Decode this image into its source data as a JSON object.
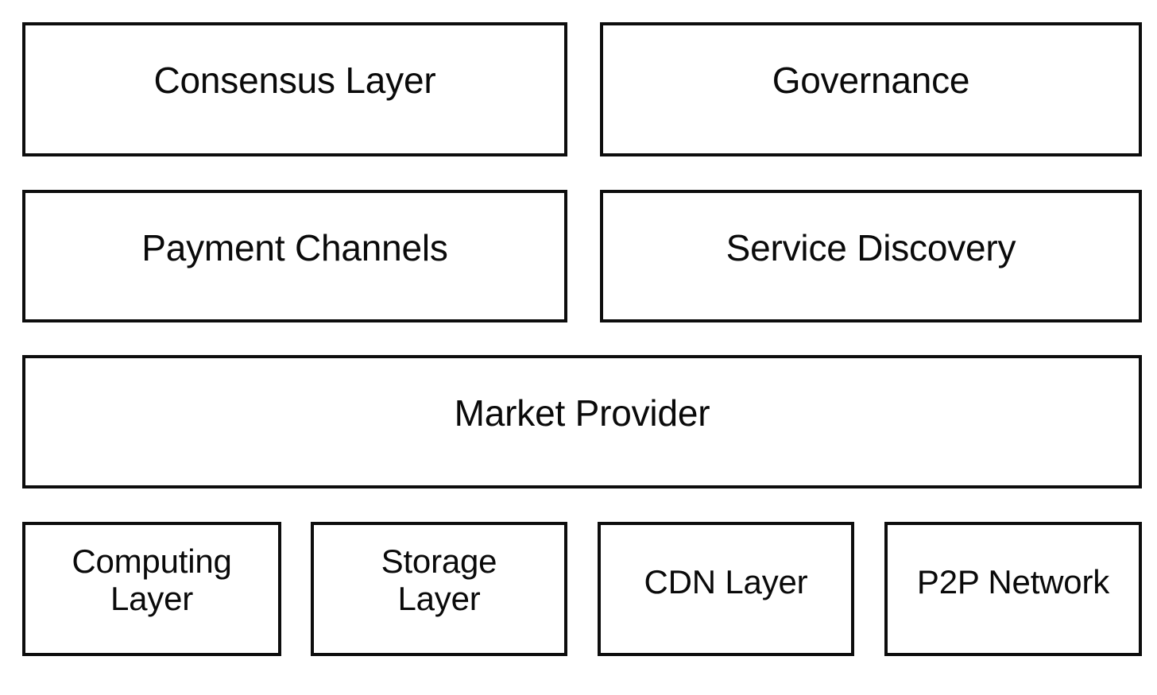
{
  "diagram": {
    "type": "layered-block-diagram",
    "background_color": "#ffffff",
    "box_fill_color": "#ffffff",
    "box_border_color": "#0d0d0d",
    "text_color": "#0a0a0a",
    "rows": [
      {
        "row_index": 0,
        "boxes": [
          {
            "id": "consensus-layer",
            "label": "Consensus Layer"
          },
          {
            "id": "governance",
            "label": "Governance"
          }
        ]
      },
      {
        "row_index": 1,
        "boxes": [
          {
            "id": "payment-channels",
            "label": "Payment Channels"
          },
          {
            "id": "service-discovery",
            "label": "Service Discovery"
          }
        ]
      },
      {
        "row_index": 2,
        "boxes": [
          {
            "id": "market-provider",
            "label": "Market Provider"
          }
        ]
      },
      {
        "row_index": 3,
        "boxes": [
          {
            "id": "computing-layer",
            "label": "Computing\nLayer"
          },
          {
            "id": "storage-layer",
            "label": "Storage\nLayer"
          },
          {
            "id": "cdn-layer",
            "label": "CDN Layer"
          },
          {
            "id": "p2p-network",
            "label": "P2P Network"
          }
        ]
      }
    ],
    "labels": {
      "consensus_layer": "Consensus Layer",
      "governance": "Governance",
      "payment_channels": "Payment Channels",
      "service_discovery": "Service Discovery",
      "market_provider": "Market Provider",
      "computing_layer": "Computing\nLayer",
      "storage_layer": "Storage\nLayer",
      "cdn_layer": "CDN Layer",
      "p2p_network": "P2P Network"
    }
  }
}
